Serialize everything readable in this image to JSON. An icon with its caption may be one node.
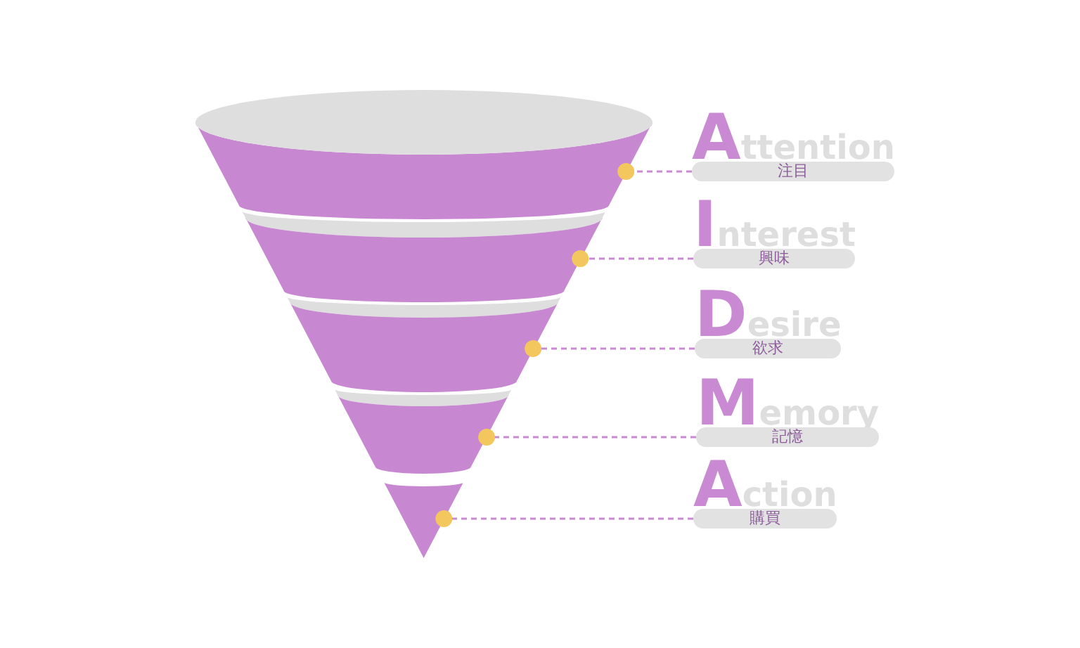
{
  "diagram": {
    "nodes": [
      {
        "text": [],
        "shape": "trapezoid"
      },
      {
        "text": [],
        "shape": "trapezoid"
      },
      {
        "text": [],
        "shape": "trapezoid"
      },
      {
        "text": [],
        "shape": "trapezoid"
      },
      {
        "text": [],
        "shape": "triangle"
      },
      {
        "text": [
          "Attention",
          "注目"
        ]
      },
      {
        "text": [
          "Interest",
          "興味"
        ]
      },
      {
        "text": [
          "Desire",
          "欲求"
        ]
      },
      {
        "text": [
          "Memory",
          "記憶"
        ]
      },
      {
        "text": [
          "Action",
          "購買"
        ]
      }
    ],
    "edges": [
      {
        "from": 5,
        "to": 0,
        "arrow": "other",
        "style": "dashed"
      },
      {
        "from": 6,
        "to": 1,
        "arrow": "other",
        "style": "dashed"
      },
      {
        "from": 7,
        "to": 2,
        "arrow": "other",
        "style": "dashed"
      },
      {
        "from": 8,
        "to": 3,
        "arrow": "other",
        "style": "dashed"
      },
      {
        "from": 9,
        "to": 4,
        "arrow": "other",
        "style": "dashed"
      }
    ]
  }
}
